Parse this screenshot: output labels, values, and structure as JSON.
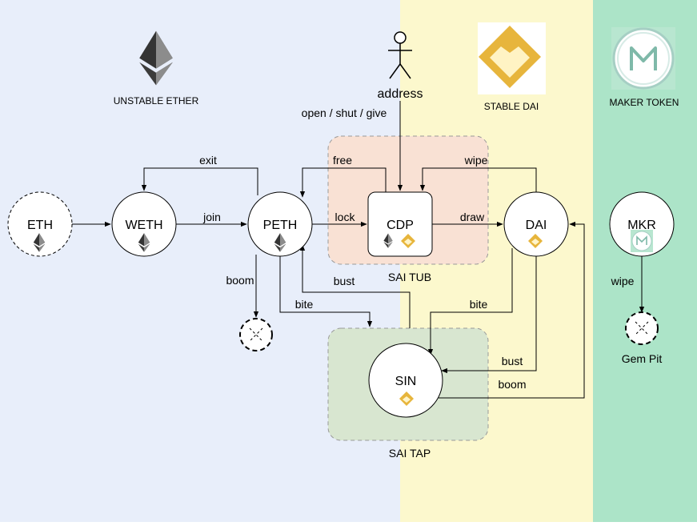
{
  "colors": {
    "ether_zone": "#e8eefa",
    "dai_zone": "#fcf8cd",
    "maker_zone": "#ace4c8",
    "tub_fill": "#f9e1d4",
    "tap_fill": "#d8e6d0",
    "dai_gold": "#e7b53c",
    "maker_teal": "#7fb9a9"
  },
  "zones": {
    "ether": "UNSTABLE ETHER",
    "dai": "STABLE DAI",
    "maker": "MAKER TOKEN"
  },
  "actor": {
    "label": "address"
  },
  "groups": {
    "tub": "SAI TUB",
    "tap": "SAI TAP"
  },
  "nodes": {
    "eth": "ETH",
    "weth": "WETH",
    "peth": "PETH",
    "cdp": "CDP",
    "dai": "DAI",
    "sin": "SIN",
    "mkr": "MKR",
    "gem_pit": "Gem Pit"
  },
  "edges": {
    "open_shut_give": "open / shut / give",
    "exit": "exit",
    "join": "join",
    "free": "free",
    "lock": "lock",
    "wipe_dai": "wipe",
    "draw": "draw",
    "boom_peth": "boom",
    "bust_peth": "bust",
    "bite_peth": "bite",
    "bite_dai": "bite",
    "bust_dai": "bust",
    "boom_sin": "boom",
    "wipe_mkr": "wipe"
  }
}
